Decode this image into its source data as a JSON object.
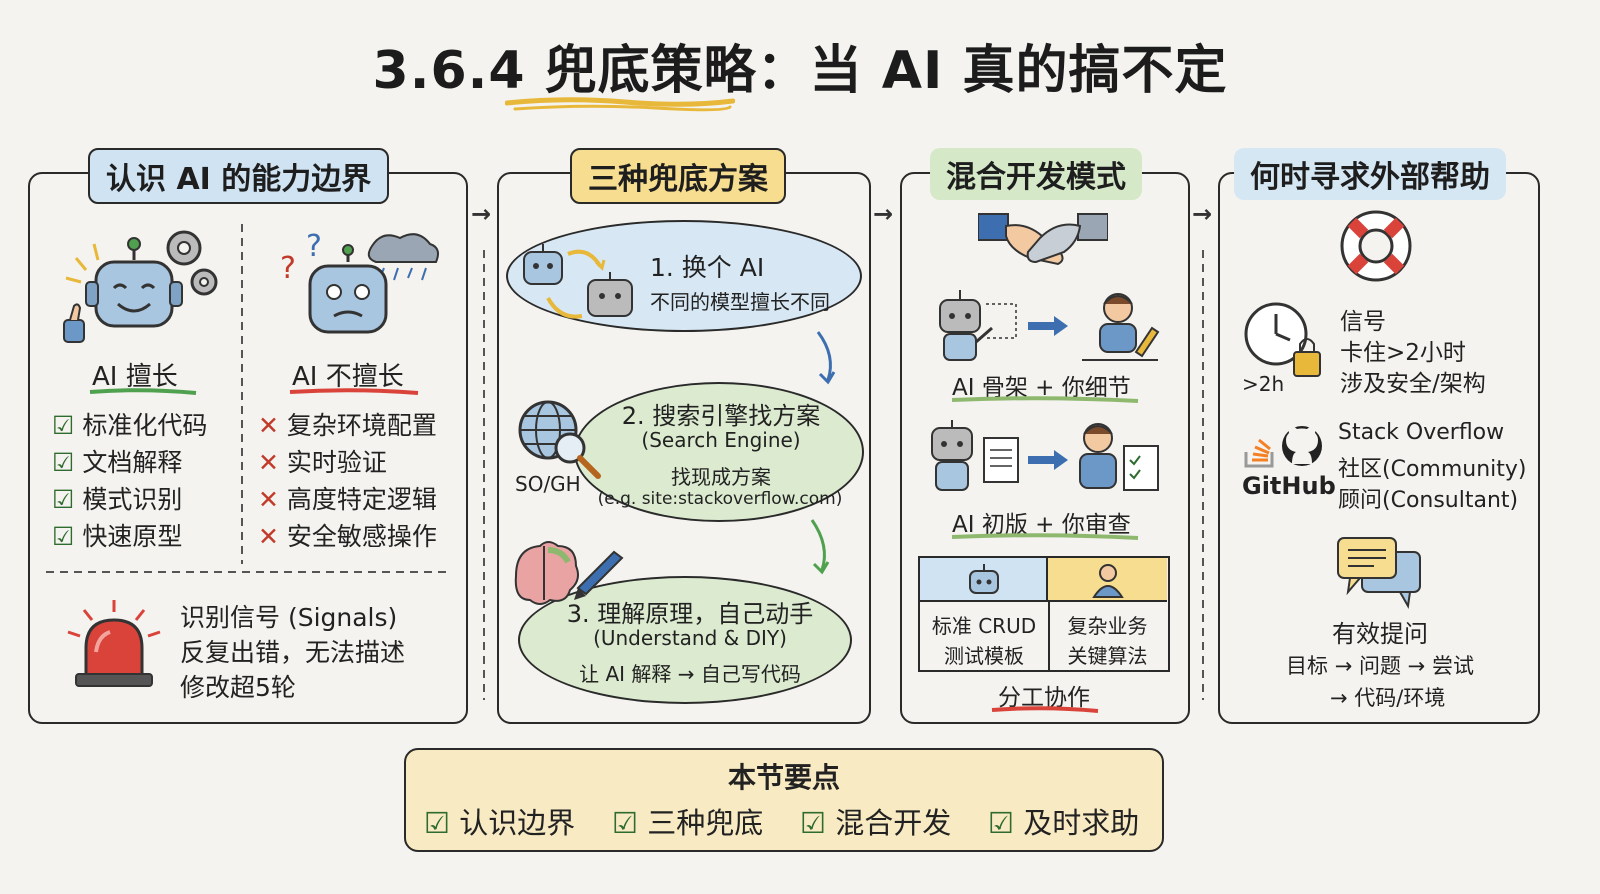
{
  "title": "3.6.4 兜底策略：当 AI 真的搞不定",
  "panel1": {
    "title": "认识 AI 的能力边界",
    "good_heading": "AI 擅长",
    "bad_heading": "AI 不擅长",
    "good_items": [
      "标准化代码",
      "文档解释",
      "模式识别",
      "快速原型"
    ],
    "bad_items": [
      "复杂环境配置",
      "实时验证",
      "高度特定逻辑",
      "安全敏感操作"
    ],
    "signals": [
      "识别信号 (Signals)",
      "反复出错，无法描述",
      "修改超5轮"
    ]
  },
  "panel2": {
    "title": "三种兜底方案",
    "option1": {
      "heading": "1. 换个 AI",
      "desc": "不同的模型擅长不同"
    },
    "option2": {
      "heading": "2. 搜索引擎找方案",
      "sub": "(Search Engine)",
      "desc": "找现成方案",
      "example": "(e.g. site:stackoverflow.com)",
      "icon_label": "SO/GH"
    },
    "option3": {
      "heading": "3. 理解原理，自己动手",
      "sub": "(Understand & DIY)",
      "desc": "让 AI 解释 → 自己写代码"
    }
  },
  "panel3": {
    "title": "混合开发模式",
    "row1": "AI 骨架 + 你细节",
    "row2": "AI 初版 + 你审查",
    "table_left": [
      "标准 CRUD",
      "测试模板"
    ],
    "table_right": [
      "复杂业务",
      "关键算法"
    ],
    "table_caption": "分工协作"
  },
  "panel4": {
    "title": "何时寻求外部帮助",
    "clock_label": ">2h",
    "signal_lines": [
      "信号",
      "卡住>2小时",
      "涉及安全/架构"
    ],
    "github_label": "GitHub",
    "community_lines": [
      "Stack Overflow",
      "社区(Community)",
      "顾问(Consultant)"
    ],
    "ask_heading": "有效提问",
    "ask_lines": [
      "目标 → 问题 → 尝试",
      "→ 代码/环境"
    ]
  },
  "summary": {
    "title": "本节要点",
    "items": [
      "认识边界",
      "三种兜底",
      "混合开发",
      "及时求助"
    ]
  },
  "colors": {
    "blue": "#cfe3f2",
    "yellow": "#f6dd8f",
    "green": "#d5e9c8",
    "red": "#d9433a"
  }
}
